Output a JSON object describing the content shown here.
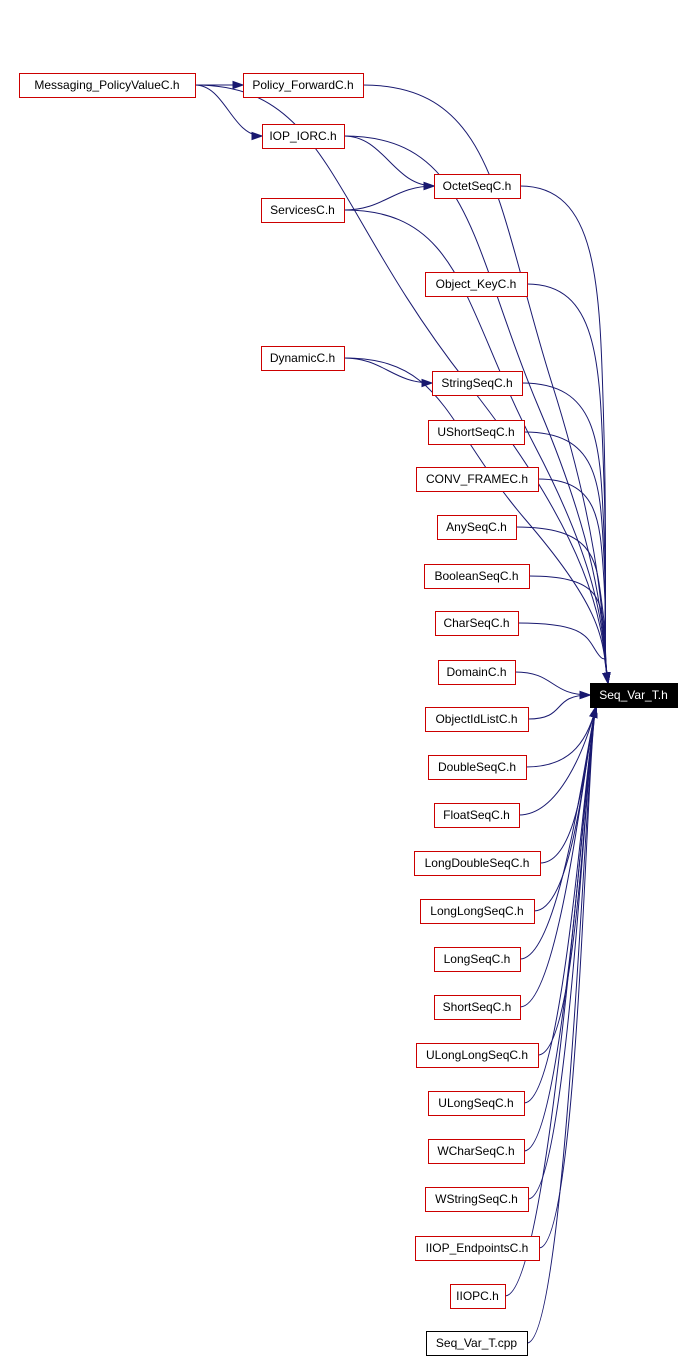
{
  "diagram": {
    "nodes": [
      {
        "id": "messaging",
        "label": "Messaging_PolicyValueC.h",
        "link": true
      },
      {
        "id": "policy_fwd",
        "label": "Policy_ForwardC.h",
        "link": true
      },
      {
        "id": "iop_iorc",
        "label": "IOP_IORC.h",
        "link": true
      },
      {
        "id": "octetseq",
        "label": "OctetSeqC.h",
        "link": true
      },
      {
        "id": "services",
        "label": "ServicesC.h",
        "link": true
      },
      {
        "id": "object_key",
        "label": "Object_KeyC.h",
        "link": true
      },
      {
        "id": "dynamic",
        "label": "DynamicC.h",
        "link": true
      },
      {
        "id": "stringseq",
        "label": "StringSeqC.h",
        "link": true
      },
      {
        "id": "ushortseq",
        "label": "UShortSeqC.h",
        "link": true
      },
      {
        "id": "conv_frame",
        "label": "CONV_FRAMEC.h",
        "link": true
      },
      {
        "id": "anyseq",
        "label": "AnySeqC.h",
        "link": true
      },
      {
        "id": "booleanseq",
        "label": "BooleanSeqC.h",
        "link": true
      },
      {
        "id": "charseq",
        "label": "CharSeqC.h",
        "link": true
      },
      {
        "id": "domain",
        "label": "DomainC.h",
        "link": true
      },
      {
        "id": "objectidlist",
        "label": "ObjectIdListC.h",
        "link": true
      },
      {
        "id": "doubleseq",
        "label": "DoubleSeqC.h",
        "link": true
      },
      {
        "id": "floatseq",
        "label": "FloatSeqC.h",
        "link": true
      },
      {
        "id": "longdoubleseq",
        "label": "LongDoubleSeqC.h",
        "link": true
      },
      {
        "id": "longlongseq",
        "label": "LongLongSeqC.h",
        "link": true
      },
      {
        "id": "longseq",
        "label": "LongSeqC.h",
        "link": true
      },
      {
        "id": "shortseq",
        "label": "ShortSeqC.h",
        "link": true
      },
      {
        "id": "ulonglongseq",
        "label": "ULongLongSeqC.h",
        "link": true
      },
      {
        "id": "ulongseq",
        "label": "ULongSeqC.h",
        "link": true
      },
      {
        "id": "wcharseq",
        "label": "WCharSeqC.h",
        "link": true
      },
      {
        "id": "wstringseq",
        "label": "WStringSeqC.h",
        "link": true
      },
      {
        "id": "iiop_endpoints",
        "label": "IIOP_EndpointsC.h",
        "link": true
      },
      {
        "id": "iiopc",
        "label": "IIOPC.h",
        "link": true
      },
      {
        "id": "seq_var_cpp",
        "label": "Seq_Var_T.cpp",
        "link": false
      },
      {
        "id": "seq_var_h",
        "label": "Seq_Var_T.h",
        "link": false,
        "focus": true
      }
    ],
    "edges": [
      [
        "messaging",
        "policy_fwd"
      ],
      [
        "messaging",
        "iop_iorc"
      ],
      [
        "messaging",
        "seq_var_h"
      ],
      [
        "policy_fwd",
        "seq_var_h"
      ],
      [
        "iop_iorc",
        "octetseq"
      ],
      [
        "iop_iorc",
        "seq_var_h"
      ],
      [
        "services",
        "octetseq"
      ],
      [
        "services",
        "seq_var_h"
      ],
      [
        "octetseq",
        "seq_var_h"
      ],
      [
        "object_key",
        "seq_var_h"
      ],
      [
        "dynamic",
        "stringseq"
      ],
      [
        "dynamic",
        "seq_var_h"
      ],
      [
        "stringseq",
        "seq_var_h"
      ],
      [
        "ushortseq",
        "seq_var_h"
      ],
      [
        "conv_frame",
        "seq_var_h"
      ],
      [
        "anyseq",
        "seq_var_h"
      ],
      [
        "booleanseq",
        "seq_var_h"
      ],
      [
        "charseq",
        "seq_var_h"
      ],
      [
        "domain",
        "seq_var_h"
      ],
      [
        "objectidlist",
        "seq_var_h"
      ],
      [
        "doubleseq",
        "seq_var_h"
      ],
      [
        "floatseq",
        "seq_var_h"
      ],
      [
        "longdoubleseq",
        "seq_var_h"
      ],
      [
        "longlongseq",
        "seq_var_h"
      ],
      [
        "longseq",
        "seq_var_h"
      ],
      [
        "shortseq",
        "seq_var_h"
      ],
      [
        "ulonglongseq",
        "seq_var_h"
      ],
      [
        "ulongseq",
        "seq_var_h"
      ],
      [
        "wcharseq",
        "seq_var_h"
      ],
      [
        "wstringseq",
        "seq_var_h"
      ],
      [
        "iiop_endpoints",
        "seq_var_h"
      ],
      [
        "iiopc",
        "seq_var_h"
      ],
      [
        "seq_var_cpp",
        "seq_var_h"
      ]
    ]
  }
}
